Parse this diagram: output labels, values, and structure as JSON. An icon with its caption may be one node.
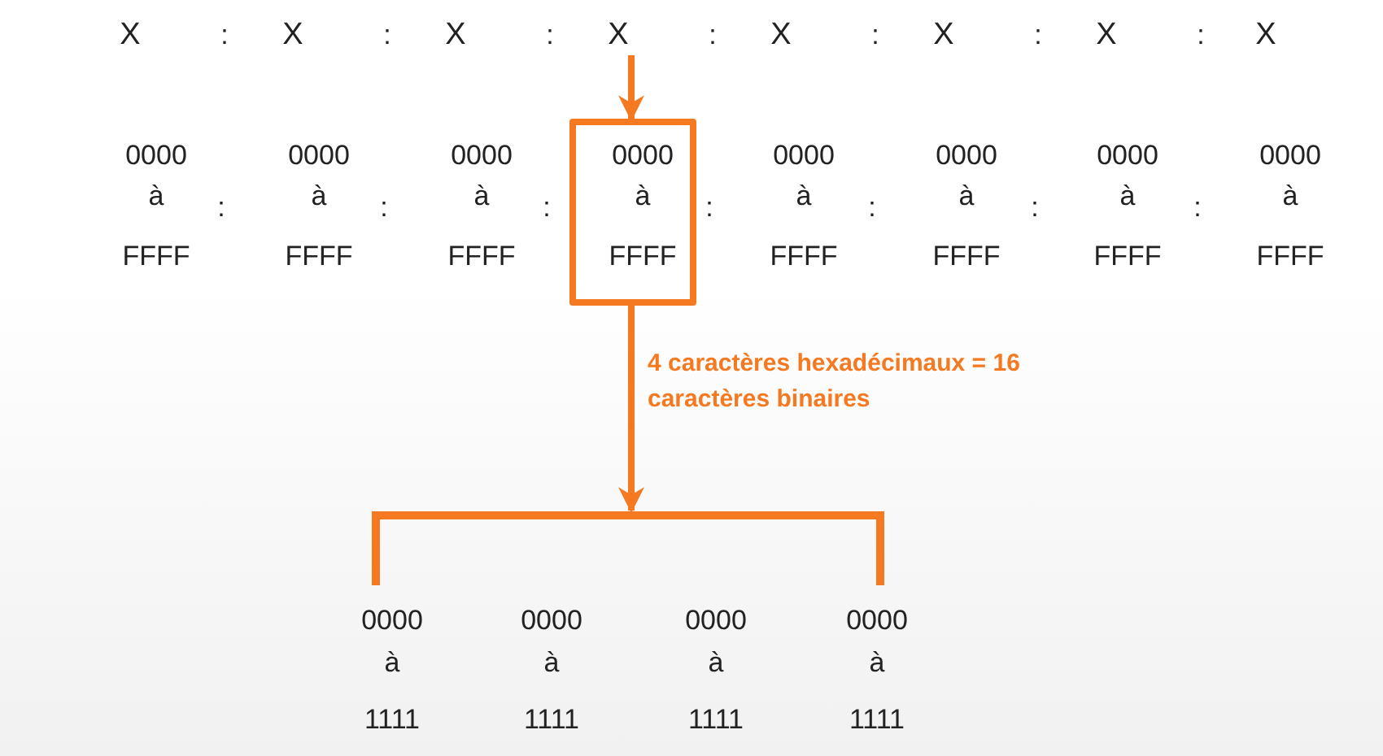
{
  "diagram": {
    "nodes": [
      {
        "text": [
          "X"
        ]
      },
      {
        "text": [
          "0000",
          "à",
          "FFFF"
        ]
      },
      {
        "text": [],
        "shape": "bracket"
      }
    ],
    "edges": [
      {
        "from": 0,
        "to": 1,
        "arrow": "to"
      },
      {
        "from": 1,
        "to": 2,
        "arrow": "to",
        "label": "4 caractères hexadécimaux = 16 caractères binaires"
      }
    ],
    "labels": [
      "X",
      ":",
      "X",
      ":",
      "X",
      ":",
      ":",
      "X",
      ":",
      "X",
      ":",
      "X",
      ":",
      "X",
      "0000",
      "0000",
      "0000",
      "0000",
      "0000",
      "0000",
      "0000",
      "à",
      ":",
      "à",
      ":",
      "à",
      ":",
      ":",
      "à",
      ":",
      "à",
      ":",
      "à",
      ":",
      "à",
      "FFFF",
      "FFFF",
      "FFFF",
      "FFFF",
      "FFFF",
      "FFFF",
      "FFFF",
      "0000",
      "0000",
      "0000",
      "0000",
      "à",
      "à",
      "à",
      "à",
      "1111",
      "1111",
      "1111",
      "1111"
    ]
  }
}
